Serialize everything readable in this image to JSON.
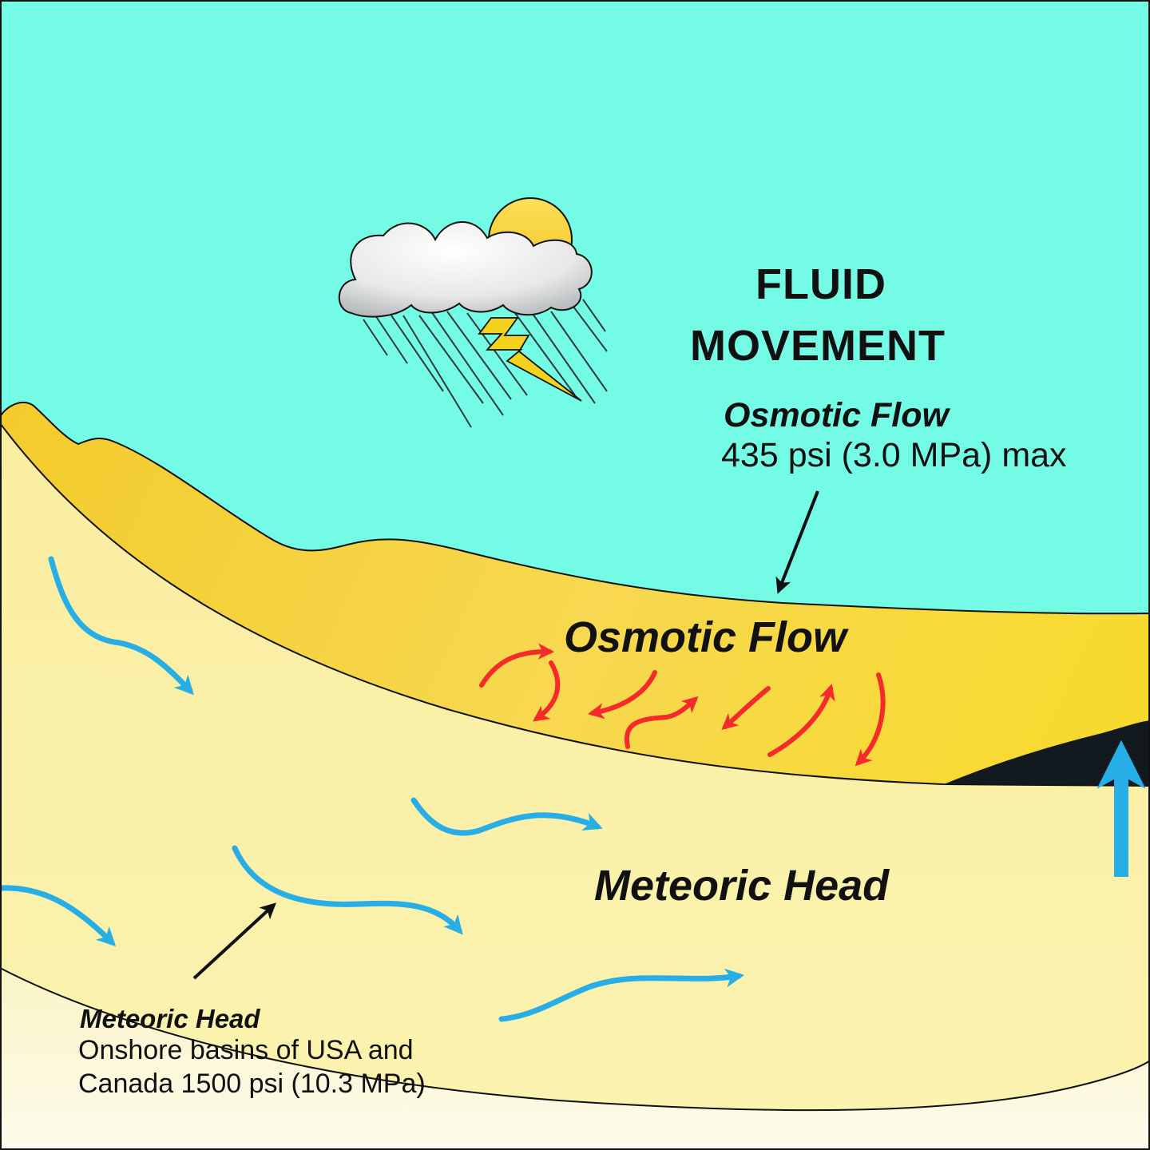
{
  "title": {
    "line1": "FLUID",
    "line2": "MOVEMENT"
  },
  "osmotic_callout": {
    "heading": "Osmotic Flow",
    "value": "435 psi (3.0 MPa) max"
  },
  "osmotic_layer_label": "Osmotic Flow",
  "meteoric_layer_label": "Meteoric Head",
  "meteoric_callout": {
    "heading": "Meteoric Head",
    "line1": "Onshore basins of USA and",
    "line2": "Canada 1500 psi (10.3 MPa)"
  },
  "icons": [
    "storm-cloud-icon",
    "sun-icon",
    "lightning-bolt-icon",
    "rain-icon"
  ],
  "colors": {
    "sky": "#73FBE6",
    "osmotic_layer": "#F5CF3A",
    "meteoric_layer": "#FAF2A8",
    "deep_layer": "#FBF7DC",
    "hydrocarbon": "#121a1f",
    "meteoric_arrow": "#27AEE6",
    "osmotic_arrow": "#F52B2B",
    "outline": "#111111"
  }
}
